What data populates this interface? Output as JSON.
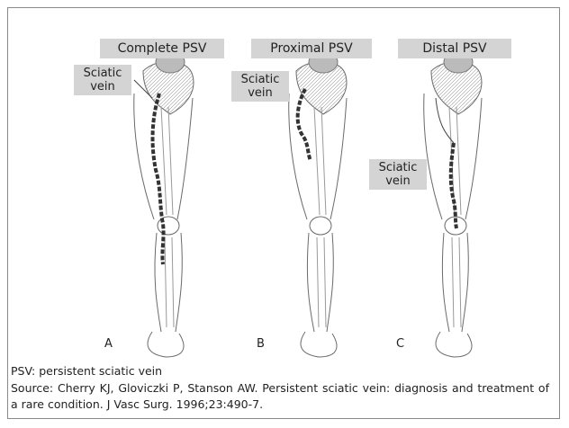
{
  "panels": [
    {
      "title": "Complete PSV",
      "letter": "A",
      "vein_label": [
        "Sciatic",
        "vein"
      ]
    },
    {
      "title": "Proximal PSV",
      "letter": "B",
      "vein_label": [
        "Sciatic",
        "vein"
      ]
    },
    {
      "title": "Distal PSV",
      "letter": "C",
      "vein_label": [
        "Sciatic",
        "vein"
      ]
    }
  ],
  "caption": {
    "abbrev": "PSV: persistent sciatic vein",
    "source": "Source: Cherry KJ, Gloviczki P, Stanson AW. Persistent sciatic vein: diagnosis and treatment of a rare condition. J Vasc Surg. 1996;23:490-7."
  }
}
